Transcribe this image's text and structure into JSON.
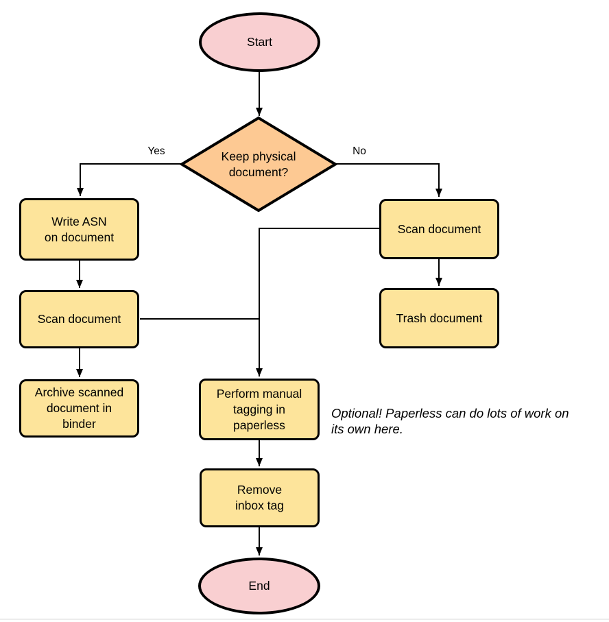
{
  "diagram": {
    "type": "flowchart",
    "nodes": {
      "start": {
        "label": "Start",
        "shape": "terminator"
      },
      "decision": {
        "label": "Keep physical\ndocument?",
        "shape": "diamond"
      },
      "write_asn": {
        "label": "Write ASN\non document",
        "shape": "process"
      },
      "scan_left": {
        "label": "Scan document",
        "shape": "process"
      },
      "archive": {
        "label": "Archive scanned\ndocument in\nbinder",
        "shape": "process"
      },
      "scan_right": {
        "label": "Scan document",
        "shape": "process"
      },
      "trash": {
        "label": "Trash document",
        "shape": "process"
      },
      "tagging": {
        "label": "Perform manual\ntagging in\npaperless",
        "shape": "process"
      },
      "remove_inbox": {
        "label": "Remove\ninbox tag",
        "shape": "process"
      },
      "end": {
        "label": "End",
        "shape": "terminator"
      }
    },
    "edge_labels": {
      "yes": "Yes",
      "no": "No"
    },
    "annotation": "Optional! Paperless can do lots of work on\nits own here.",
    "colors": {
      "terminator_fill": "#f9cfd1",
      "decision_fill": "#fdc993",
      "process_fill": "#fde49b",
      "stroke": "#000000",
      "divider": "#ececec"
    }
  }
}
